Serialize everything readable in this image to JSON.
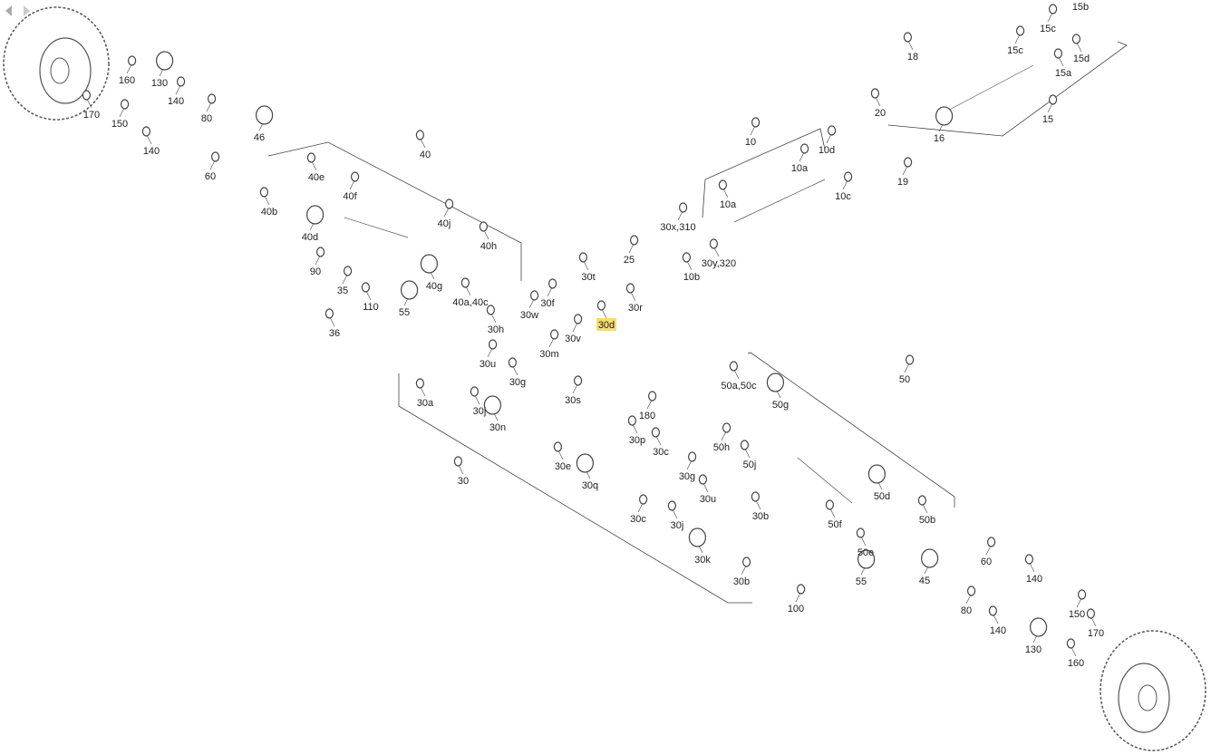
{
  "highlighted_label": "30d",
  "highlight_color": "#f7dd6a",
  "navigation": {
    "prev_icon": "chevron-left-icon",
    "next_icon": "chevron-right-icon"
  },
  "labels": [
    "170",
    "160",
    "150",
    "130",
    "140",
    "140",
    "80",
    "60",
    "46",
    "40b",
    "40e",
    "40d",
    "40f",
    "40",
    "40j",
    "40h",
    "40g",
    "40a,40c",
    "90",
    "35",
    "110",
    "55",
    "36",
    "30h",
    "30w",
    "30f",
    "30t",
    "30d",
    "30v",
    "30m",
    "30r",
    "25",
    "30x,310",
    "10b",
    "10a",
    "30y,320",
    "10",
    "10a",
    "10d",
    "10c",
    "18",
    "20",
    "16",
    "19",
    "15b",
    "15c",
    "15c",
    "15d",
    "15a",
    "15",
    "30u",
    "30a",
    "30g",
    "30j",
    "30n",
    "30s",
    "180",
    "30p",
    "30e",
    "30c",
    "30q",
    "30",
    "30g",
    "30u",
    "30j",
    "30c",
    "30b",
    "30k",
    "30b",
    "100",
    "55",
    "50a,50c",
    "50",
    "50g",
    "50h",
    "50j",
    "50d",
    "50b",
    "50f",
    "50e",
    "45",
    "60",
    "80",
    "140",
    "140",
    "130",
    "150",
    "160",
    "170"
  ]
}
